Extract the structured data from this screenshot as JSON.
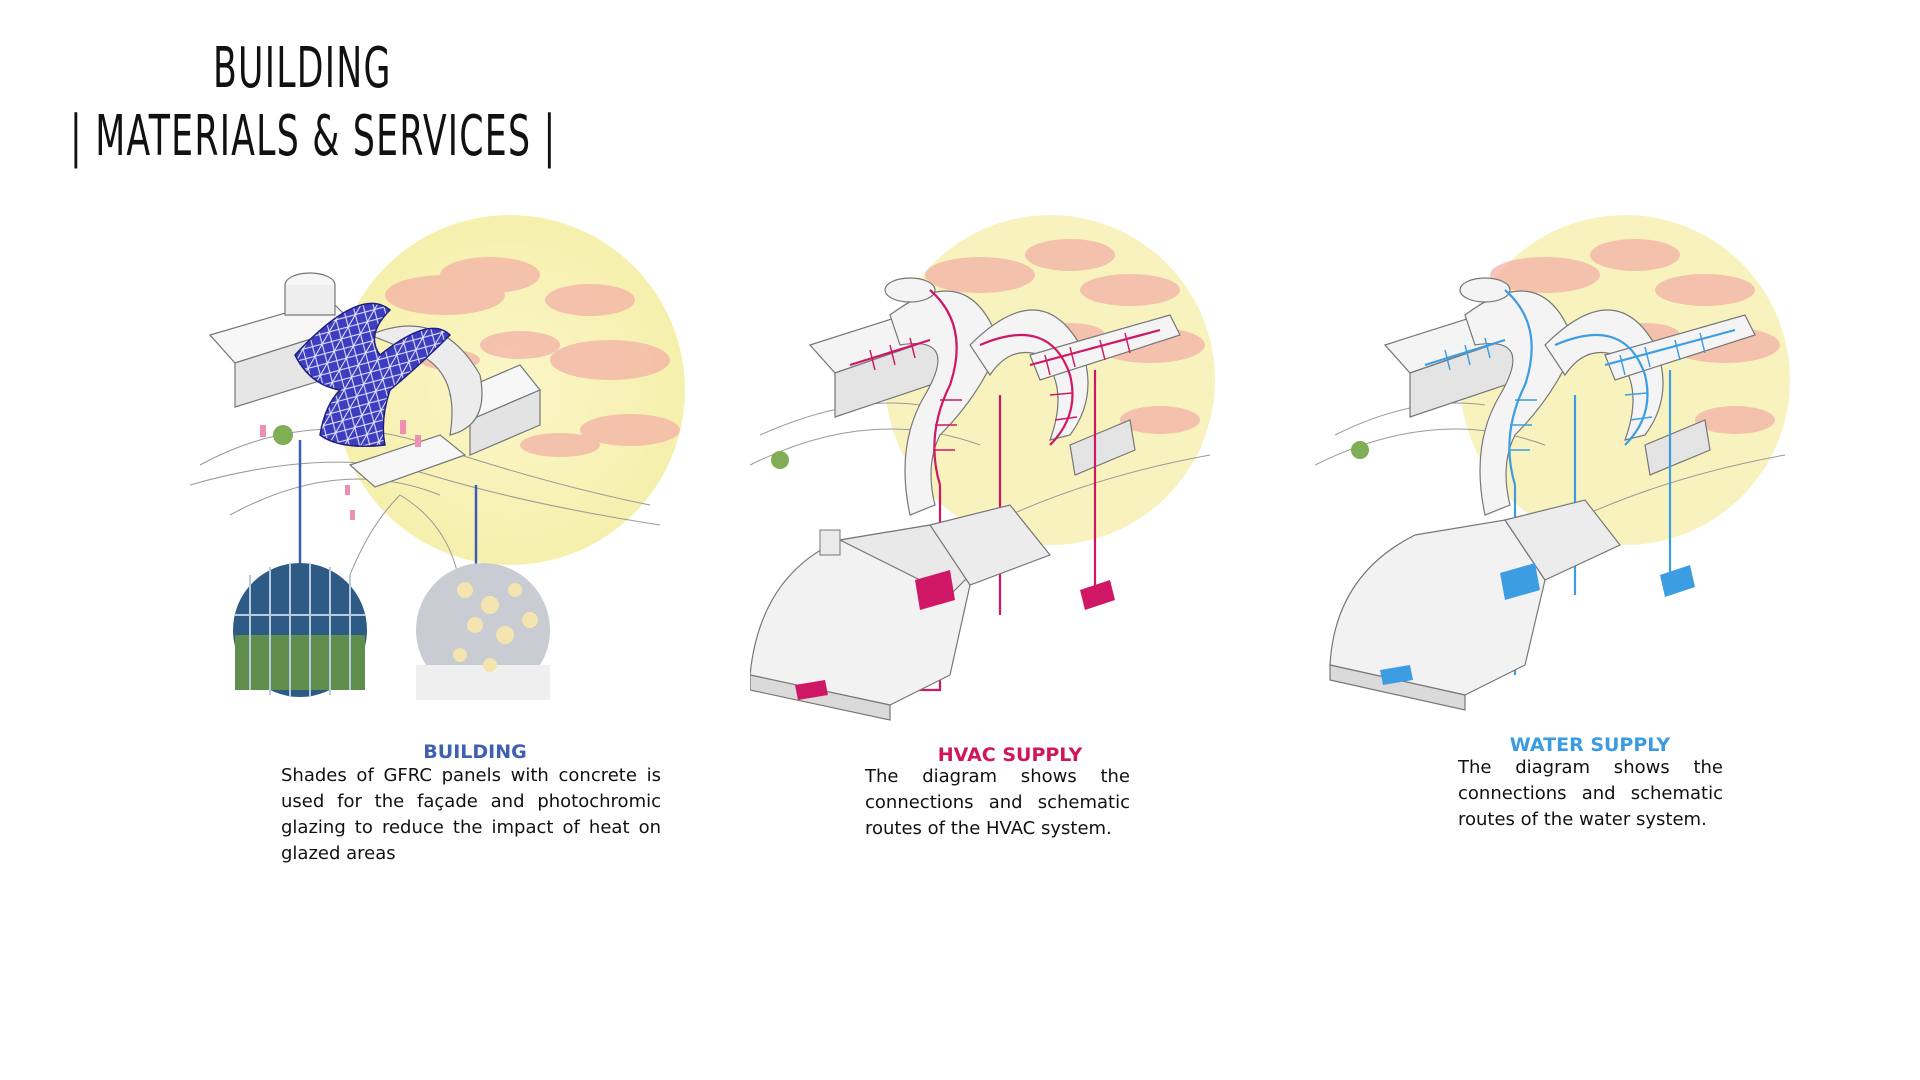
{
  "title": {
    "line1": "BUILDING",
    "line2": "| MATERIALS & SERVICES |"
  },
  "panels": [
    {
      "heading": "BUILDING",
      "heading_color": "#3f5fb0",
      "body": "Shades of GFRC panels with concrete is used for the façade and photochromic glazing to reduce the impact of heat on glazed areas",
      "accent": "#2f2fa8"
    },
    {
      "heading": "HVAC SUPPLY",
      "heading_color": "#d0155a",
      "body": "The diagram shows the connections and schematic routes of the HVAC system.",
      "accent": "#d0155a"
    },
    {
      "heading": "WATER SUPPLY",
      "heading_color": "#3a9be0",
      "body": "The diagram shows the connections and schematic routes of the water system.",
      "accent": "#3a9be0"
    }
  ]
}
